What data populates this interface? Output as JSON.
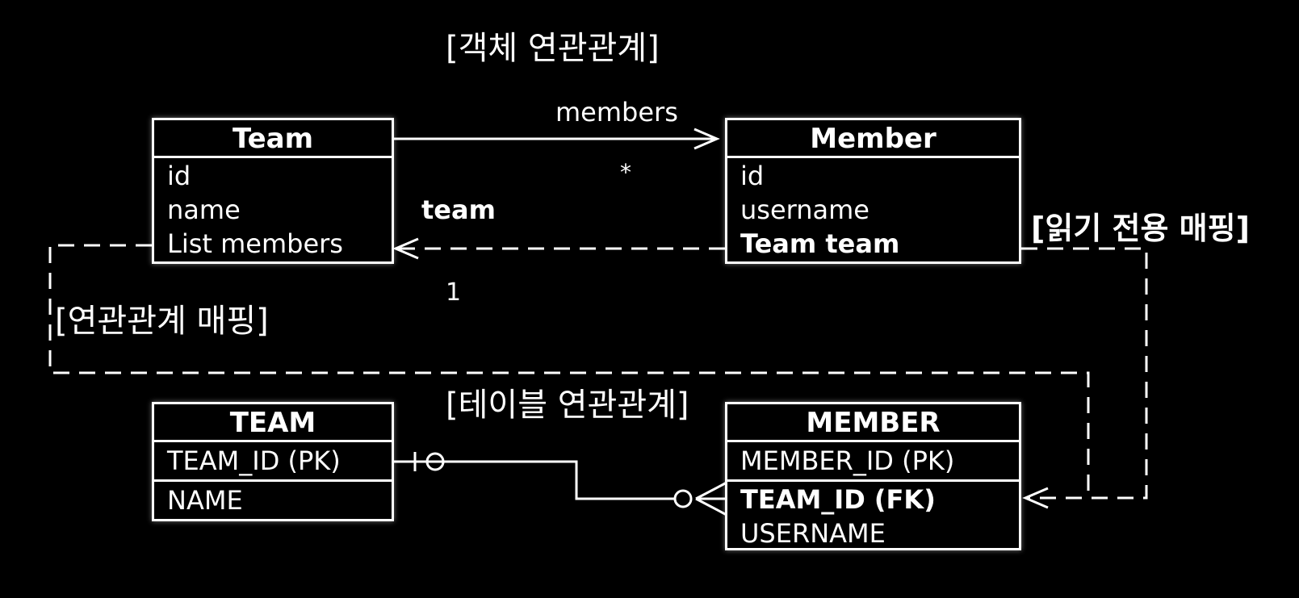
{
  "titles": {
    "object_relation": "[객체 연관관계]",
    "table_relation": "[테이블 연관관계]",
    "association_mapping": "[연관관계 매핑]",
    "read_only_mapping": "[읽기 전용 매핑]"
  },
  "labels": {
    "members": "members",
    "star": "*",
    "team": "team",
    "one": "1"
  },
  "entities": {
    "team_obj": {
      "title": "Team",
      "rows": [
        "id",
        "name",
        "List members"
      ]
    },
    "member_obj": {
      "title": "Member",
      "rows": [
        "id",
        "username",
        "Team team"
      ]
    },
    "team_tbl": {
      "title": "TEAM",
      "rows": [
        "TEAM_ID (PK)",
        "NAME"
      ]
    },
    "member_tbl": {
      "title": "MEMBER",
      "rows": [
        "MEMBER_ID (PK)",
        "TEAM_ID (FK)",
        "USERNAME"
      ]
    }
  },
  "colors": {
    "background": "#000000",
    "foreground": "#ffffff"
  }
}
